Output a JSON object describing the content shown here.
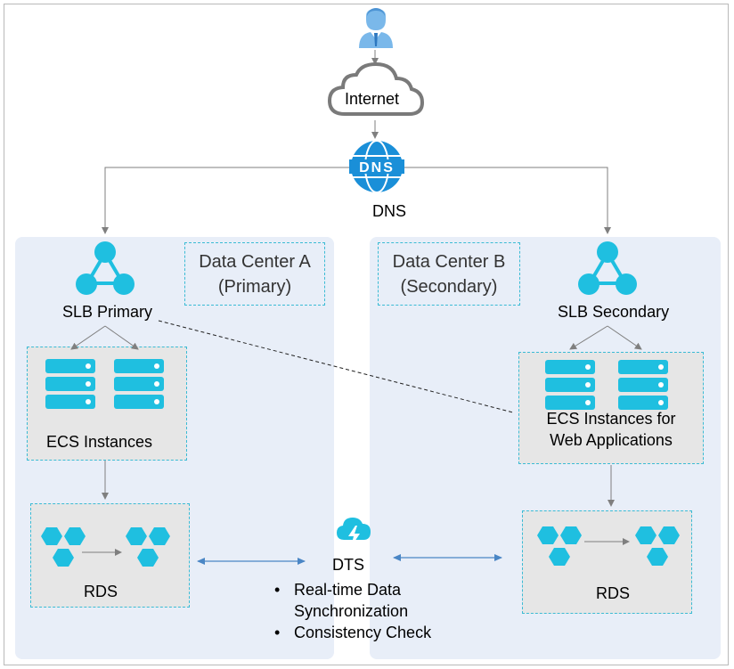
{
  "internet_label": "Internet",
  "dns_label": "DNS",
  "dns_icon_text": "DNS",
  "dc_a": {
    "title_line1": "Data Center A",
    "title_line2": "(Primary)",
    "slb_label": "SLB Primary",
    "ecs_label": "ECS Instances",
    "rds_label": "RDS"
  },
  "dc_b": {
    "title_line1": "Data Center B",
    "title_line2": "(Secondary)",
    "slb_label": "SLB Secondary",
    "ecs_label_line1": "ECS Instances for",
    "ecs_label_line2": "Web Applications",
    "rds_label": "RDS"
  },
  "dts": {
    "label": "DTS",
    "features": [
      "Real-time Data",
      "Synchronization",
      "Consistency Check"
    ]
  },
  "colors": {
    "accent": "#1fbfe0",
    "dns_blue": "#1a8fd8",
    "panel_bg": "#e8eef8",
    "box_bg": "#e6e6e6",
    "line": "#7f7f7f",
    "arrow_blue": "#4a86c5"
  }
}
